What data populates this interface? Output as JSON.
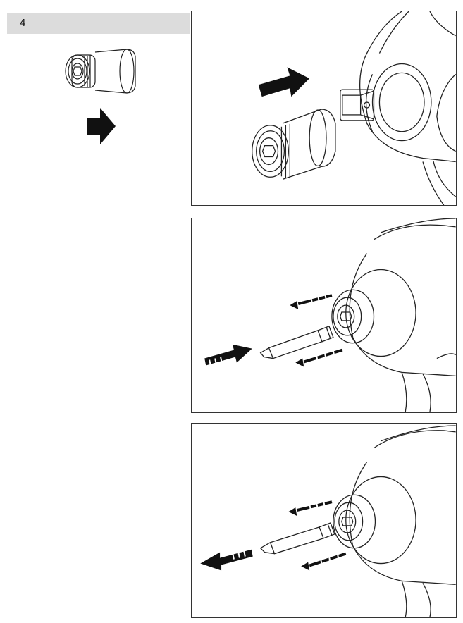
{
  "step": {
    "number": "4"
  },
  "figures": [
    {
      "id": "attach-socket"
    },
    {
      "id": "insert-bit"
    },
    {
      "id": "remove-bit"
    }
  ]
}
